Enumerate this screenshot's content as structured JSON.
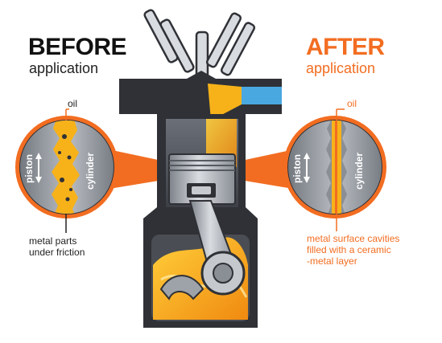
{
  "before": {
    "title": "BEFORE",
    "subtitle": "application",
    "oil_label": "oil",
    "piston_label": "piston",
    "cylinder_label": "cylinder",
    "caption_lines": [
      "metal parts",
      "under friction"
    ]
  },
  "after": {
    "title": "AFTER",
    "subtitle": "application",
    "oil_label": "oil",
    "piston_label": "piston",
    "cylinder_label": "cylinder",
    "caption_lines": [
      "metal surface cavities",
      "filled with a ceramic",
      "-metal layer"
    ]
  },
  "colors": {
    "accent": "#f26d21",
    "oil": "#f7b21a",
    "engine_dark": "#2f3136",
    "metal": "#9ea3aa",
    "text_dark": "#111111"
  }
}
